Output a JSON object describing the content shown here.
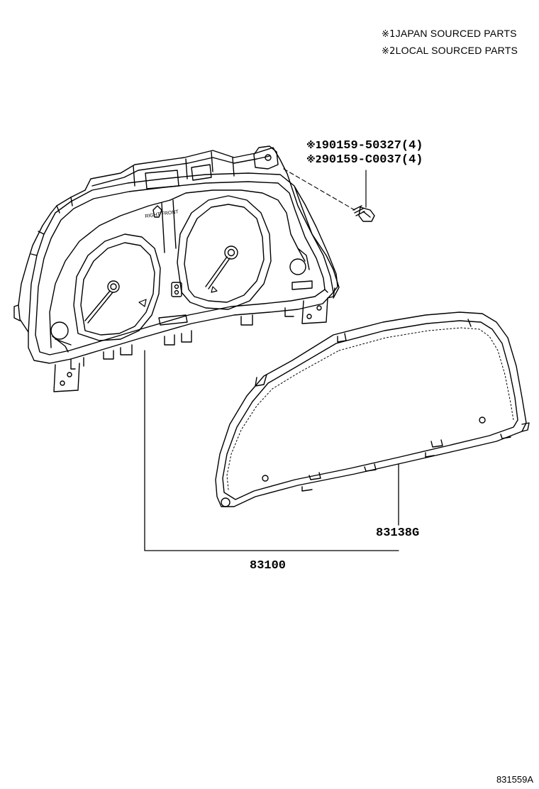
{
  "legend": {
    "notes": [
      {
        "mark": "※1",
        "text": "JAPAN SOURCED PARTS"
      },
      {
        "mark": "※2",
        "text": "LOCAL SOURCED PARTS"
      }
    ]
  },
  "parts": {
    "screw_japan": {
      "mark": "※1",
      "number": "90159-50327(4)"
    },
    "screw_local": {
      "mark": "※2",
      "number": "90159-C0037(4)"
    },
    "glass": {
      "number": "83138G"
    },
    "meter_assembly": {
      "number": "83100"
    }
  },
  "cluster_marking": "RIGHT FRONT",
  "figure_code": "831559A"
}
